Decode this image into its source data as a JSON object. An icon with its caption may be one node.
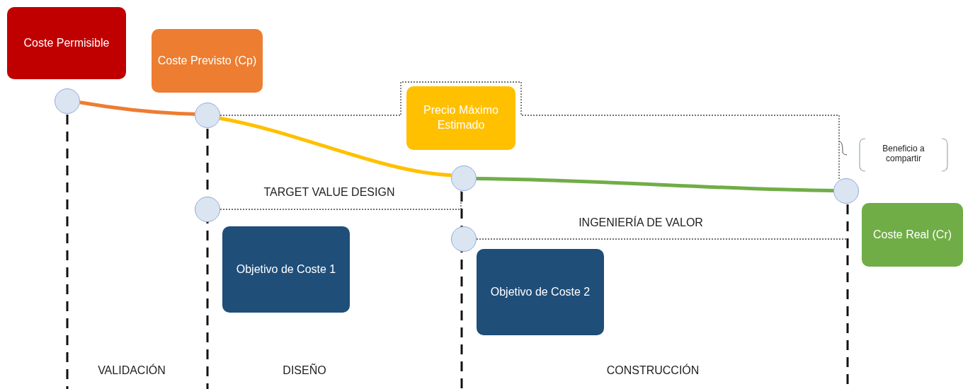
{
  "diagram": {
    "nodes": [
      {
        "text": [
          "Coste Permisible"
        ]
      },
      {
        "text": [
          "Coste Previsto (Cp)"
        ]
      },
      {
        "text": [
          "Precio Máximo Estimado"
        ]
      },
      {
        "text": [
          "Coste Real (Cr)"
        ]
      },
      {
        "text": [
          "Objetivo de Coste 1"
        ]
      },
      {
        "text": [
          "Objetivo de Coste 2"
        ]
      },
      {
        "text": [],
        "shape": "circle"
      },
      {
        "text": [],
        "shape": "circle"
      },
      {
        "text": [],
        "shape": "circle"
      },
      {
        "text": [],
        "shape": "circle"
      },
      {
        "text": [],
        "shape": "circle"
      },
      {
        "text": [],
        "shape": "circle"
      }
    ],
    "edges": [
      {
        "from": 6,
        "to": 7,
        "arrow": "none",
        "style": "thick",
        "color": "#ed7d31"
      },
      {
        "from": 7,
        "to": 9,
        "arrow": "none",
        "style": "thick",
        "color": "#ffc000"
      },
      {
        "from": 9,
        "to": 11,
        "arrow": "none",
        "style": "thick",
        "color": "#70ad47"
      },
      {
        "from": 7,
        "to": 11,
        "arrow": "none",
        "style": "dashed"
      },
      {
        "from": 8,
        "to": 9,
        "arrow": "none",
        "style": "dashed",
        "label": "TARGET VALUE DESIGN"
      },
      {
        "from": 10,
        "to": null,
        "arrow": "none",
        "style": "dashed",
        "label": "INGENIERÍA DE VALOR"
      }
    ],
    "labels": [
      "Beneficio a compartir",
      "VALIDACIÓN",
      "DISEÑO",
      "CONSTRUCCIÓN"
    ]
  }
}
